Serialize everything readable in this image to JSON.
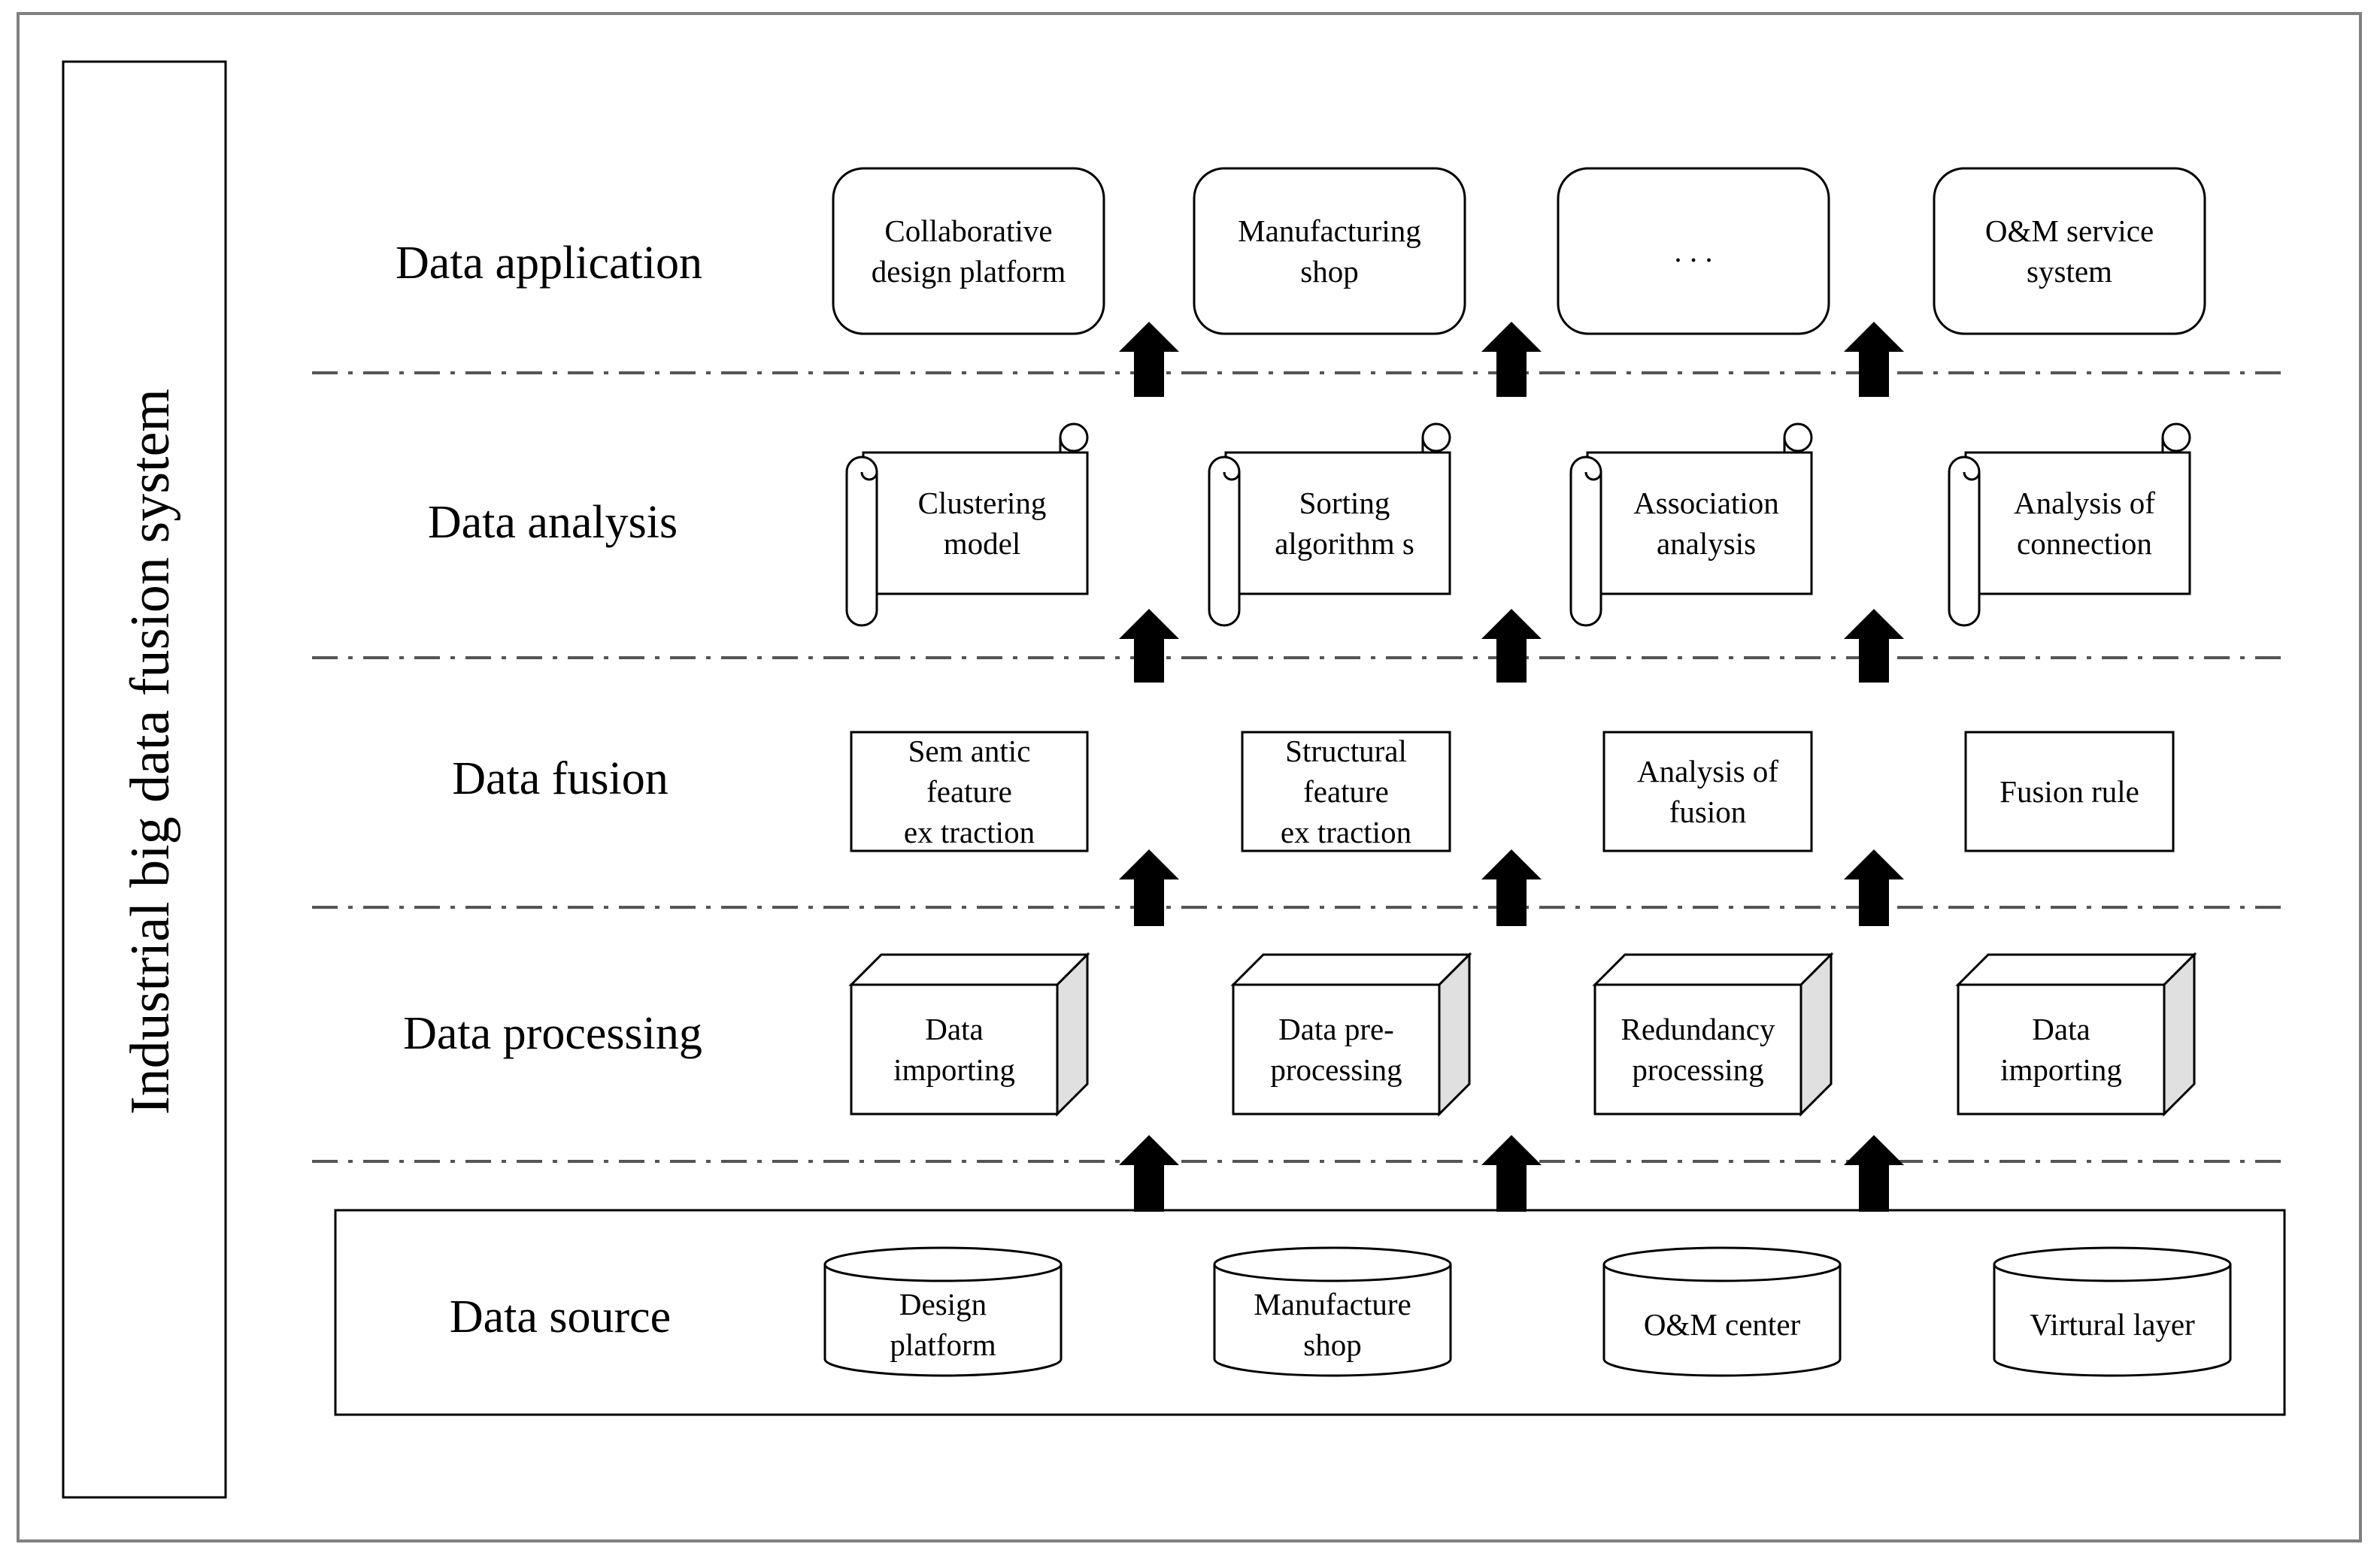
{
  "system_title": "Industrial big data fusion system",
  "layers": [
    {
      "name": "Data application",
      "nodes": [
        [
          "Collaborative",
          "design platform"
        ],
        [
          "Manufacturing",
          "shop"
        ],
        [
          ". . ."
        ],
        [
          "O&M service",
          "system"
        ]
      ]
    },
    {
      "name": "Data analysis",
      "nodes": [
        [
          "Clustering",
          "model"
        ],
        [
          "Sorting",
          "algorithm s"
        ],
        [
          "Association",
          "analysis"
        ],
        [
          "Analysis of",
          "connection"
        ]
      ]
    },
    {
      "name": "Data fusion",
      "nodes": [
        [
          "Sem antic",
          "feature",
          "ex traction"
        ],
        [
          "Structural",
          "feature",
          "ex traction"
        ],
        [
          "Analysis of",
          "fusion"
        ],
        [
          "Fusion rule"
        ]
      ]
    },
    {
      "name": "Data processing",
      "nodes": [
        [
          "Data",
          "importing"
        ],
        [
          "Data pre-",
          "processing"
        ],
        [
          "Redundancy",
          "processing"
        ],
        [
          "Data",
          "importing"
        ]
      ]
    },
    {
      "name": "Data source",
      "nodes": [
        [
          "Design",
          "platform"
        ],
        [
          "Manufacture",
          "shop"
        ],
        [
          "O&M center"
        ],
        [
          "Virtural layer"
        ]
      ]
    }
  ]
}
